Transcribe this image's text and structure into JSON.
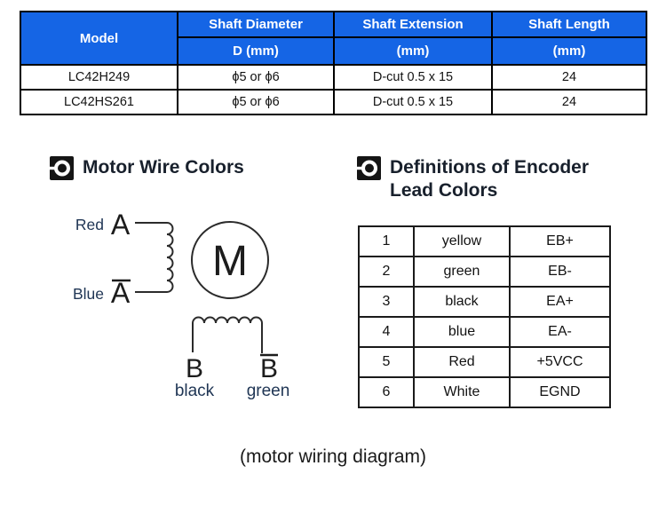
{
  "colors": {
    "table_header_bg": "#1565E5",
    "table_header_text": "#ffffff",
    "border": "#000000",
    "wire_label_text": "#203655"
  },
  "spec_table": {
    "header": {
      "model": "Model",
      "shaft_diameter": "Shaft Diameter",
      "shaft_diameter_unit": "D (mm)",
      "shaft_extension": "Shaft Extension",
      "shaft_extension_unit": "(mm)",
      "shaft_length": "Shaft Length",
      "shaft_length_unit": "(mm)"
    },
    "rows": [
      {
        "model": "LC42H249",
        "diameter": "ϕ5 or ϕ6",
        "extension": "D-cut 0.5 x 15",
        "length": "24"
      },
      {
        "model": "LC42HS261",
        "diameter": "ϕ5 or ϕ6",
        "extension": "D-cut 0.5 x 15",
        "length": "24"
      }
    ]
  },
  "sections": {
    "motor_wire": {
      "icon": "target-icon",
      "title": "Motor Wire Colors"
    },
    "encoder": {
      "icon": "target-icon",
      "title_line1": "Definitions of Encoder",
      "title_line2": "Lead Colors"
    }
  },
  "wiring_diagram": {
    "motor_label": "M",
    "phase_a": {
      "wire_color": "Red",
      "terminal": "A"
    },
    "phase_a_bar": {
      "wire_color": "Blue",
      "terminal": "A"
    },
    "phase_b": {
      "wire_color": "black",
      "terminal": "B"
    },
    "phase_b_bar": {
      "wire_color": "green",
      "terminal": "B"
    }
  },
  "encoder_table": {
    "rows": [
      {
        "pin": "1",
        "color": "yellow",
        "signal": "EB+"
      },
      {
        "pin": "2",
        "color": "green",
        "signal": "EB-"
      },
      {
        "pin": "3",
        "color": "black",
        "signal": "EA+"
      },
      {
        "pin": "4",
        "color": "blue",
        "signal": "EA-"
      },
      {
        "pin": "5",
        "color": "Red",
        "signal": "+5VCC"
      },
      {
        "pin": "6",
        "color": "White",
        "signal": "EGND"
      }
    ]
  },
  "caption": "(motor wiring diagram)"
}
